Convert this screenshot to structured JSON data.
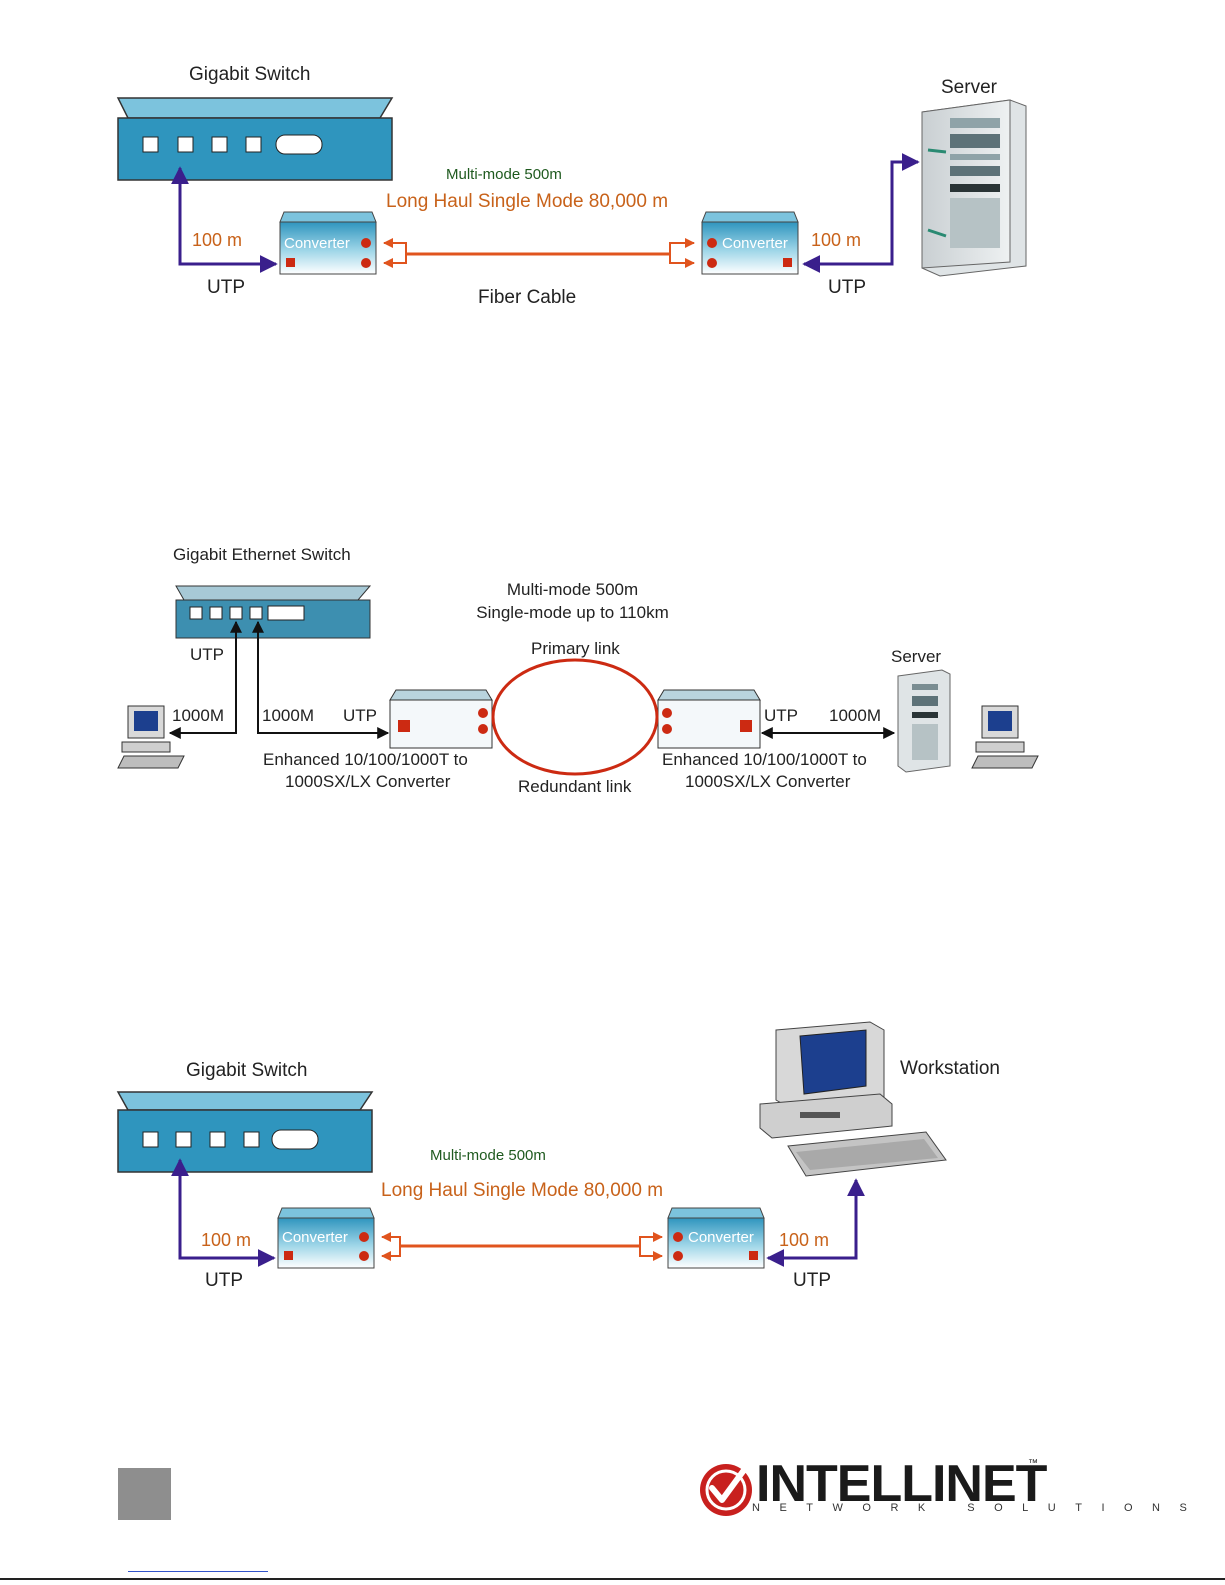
{
  "diagram1": {
    "switch_title": "Gigabit Switch",
    "server_title": "Server",
    "multimode": "Multi-mode 500m",
    "single_mode": "Long Haul Single Mode 80,000 m",
    "converter_label": "Converter",
    "distance_left": "100 m",
    "distance_right": "100 m",
    "utp_left": "UTP",
    "utp_right": "UTP",
    "fiber_label": "Fiber Cable"
  },
  "diagram2": {
    "switch_title": "Gigabit Ethernet Switch",
    "multimode": "Multi-mode 500m",
    "single_mode": "Single-mode up to 110km",
    "primary_link": "Primary link",
    "redundant_link": "Redundant link",
    "server_title": "Server",
    "utp_switch": "UTP",
    "speed_pc": "1000M",
    "speed_converter": "1000M",
    "utp_left": "UTP",
    "utp_right": "UTP",
    "speed_right": "1000M",
    "converter_left_line1": "Enhanced 10/100/1000T to",
    "converter_left_line2": "1000SX/LX Converter",
    "converter_right_line1": "Enhanced 10/100/1000T to",
    "converter_right_line2": "1000SX/LX Converter"
  },
  "diagram3": {
    "switch_title": "Gigabit Switch",
    "workstation_title": "Workstation",
    "multimode": "Multi-mode 500m",
    "single_mode": "Long Haul Single Mode 80,000 m",
    "converter_label": "Converter",
    "distance_left": "100 m",
    "distance_right": "100 m",
    "utp_left": "UTP",
    "utp_right": "UTP"
  },
  "footer": {
    "brand": "INTELLINET",
    "tagline": "NETWORK SOLUTIONS",
    "trademark": "™"
  },
  "colors": {
    "device_blue": "#2f95be",
    "link_purple": "#3a1f8c",
    "fiber_orange": "#e0541e",
    "port_red": "#cc2a12",
    "brand_red": "#c8201e"
  }
}
